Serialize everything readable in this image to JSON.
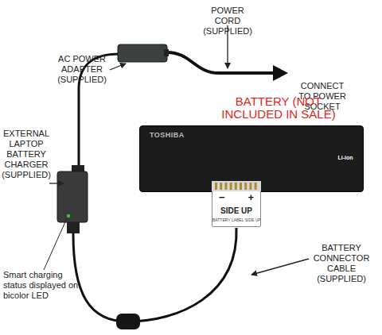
{
  "diagram": {
    "nodes": [
      {
        "text": [
          "TOSHIBA"
        ]
      },
      {
        "text": [
          "−",
          "+",
          "SIDE UP",
          "BATTERY LABEL SIDE UP"
        ]
      }
    ],
    "labels": [
      "POWER CORD (SUPPLIED)",
      "AC POWER ADAPTER (SUPPLIED)",
      "CONNECT TO POWER SOCKET",
      "BATTERY (NOT INCLUDED IN SALE)",
      "EXTERNAL LAPTOP BATTERY CHARGER (SUPPLIED)",
      "Smart charging status displayed on bicolor LED",
      "BATTERY CONNECTOR CABLE (SUPPLIED)",
      "Li-ion"
    ]
  }
}
